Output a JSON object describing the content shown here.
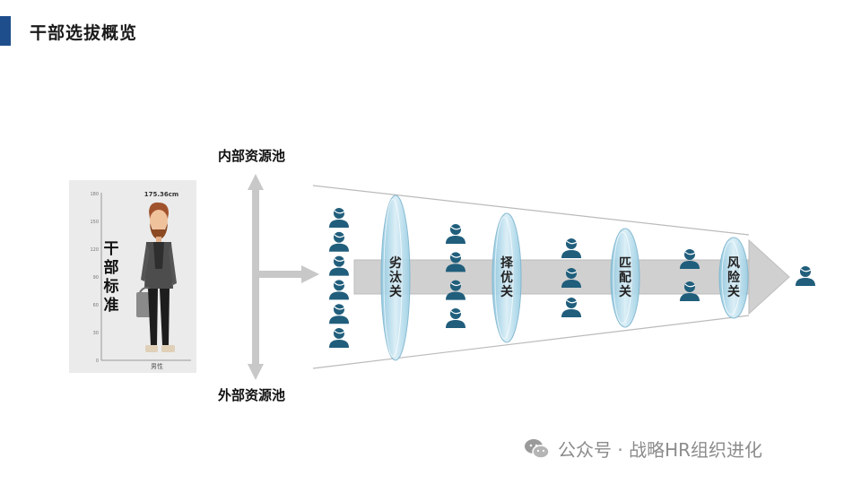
{
  "header": {
    "title": "干部选拔概览"
  },
  "pools": {
    "internal": "内部资源池",
    "external": "外部资源池"
  },
  "standard_card": {
    "label": "干部标准",
    "height_text": "175.36cm",
    "gender": "男性",
    "y_ticks": [
      "180",
      "150",
      "120",
      "90",
      "60",
      "30",
      "0"
    ]
  },
  "gates": [
    {
      "label": "劣汰关",
      "candidates_before": 6
    },
    {
      "label": "择优关",
      "candidates_before": 4
    },
    {
      "label": "匹配关",
      "candidates_before": 3
    },
    {
      "label": "风险关",
      "candidates_before": 2
    }
  ],
  "final_candidates": 1,
  "watermark": {
    "text": "公众号 · 战略HR组织进化"
  },
  "colors": {
    "person": "#205e7c",
    "arrow": "#d0d0d0",
    "gate": "#a9d5e8",
    "accent": "#1f4e8c"
  }
}
